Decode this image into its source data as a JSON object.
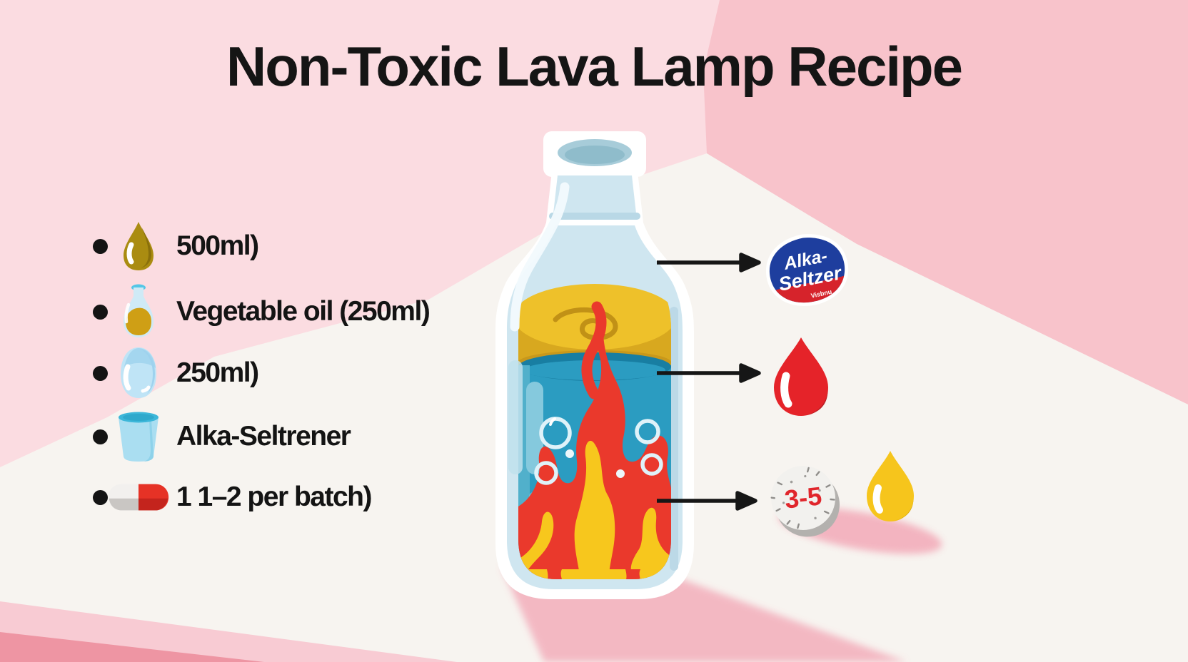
{
  "title": "Non-Toxic Lava Lamp Recipe",
  "ingredients": [
    {
      "icon": "oil-drop-icon",
      "label": "500ml)"
    },
    {
      "icon": "oil-bottle-icon",
      "label": "Vegetable oil (250ml)"
    },
    {
      "icon": "water-drop-icon",
      "label": "250ml)"
    },
    {
      "icon": "cup-icon",
      "label": "Alka-Seltrener"
    },
    {
      "icon": "capsule-icon",
      "label": "1 1–2 per batch)"
    }
  ],
  "callouts": {
    "badge": {
      "line1": "Alka-",
      "line2": "Seltzer",
      "subtext": "Visbnu"
    },
    "tablet": {
      "label": "3-5"
    }
  },
  "colors": {
    "wall_light": "#fbdce1",
    "wall_dark": "#f8c3cb",
    "table": "#f7f4f0",
    "shadow_pink": "#f3aebb",
    "water": "#2b9cc1",
    "oil": "#eec12a",
    "lava_red": "#ea392c",
    "lava_yellow": "#f7c71d",
    "badge_blue": "#1e3e9e",
    "badge_red": "#d6232b",
    "tablet_text_red": "#e0262c",
    "text": "#141414"
  }
}
